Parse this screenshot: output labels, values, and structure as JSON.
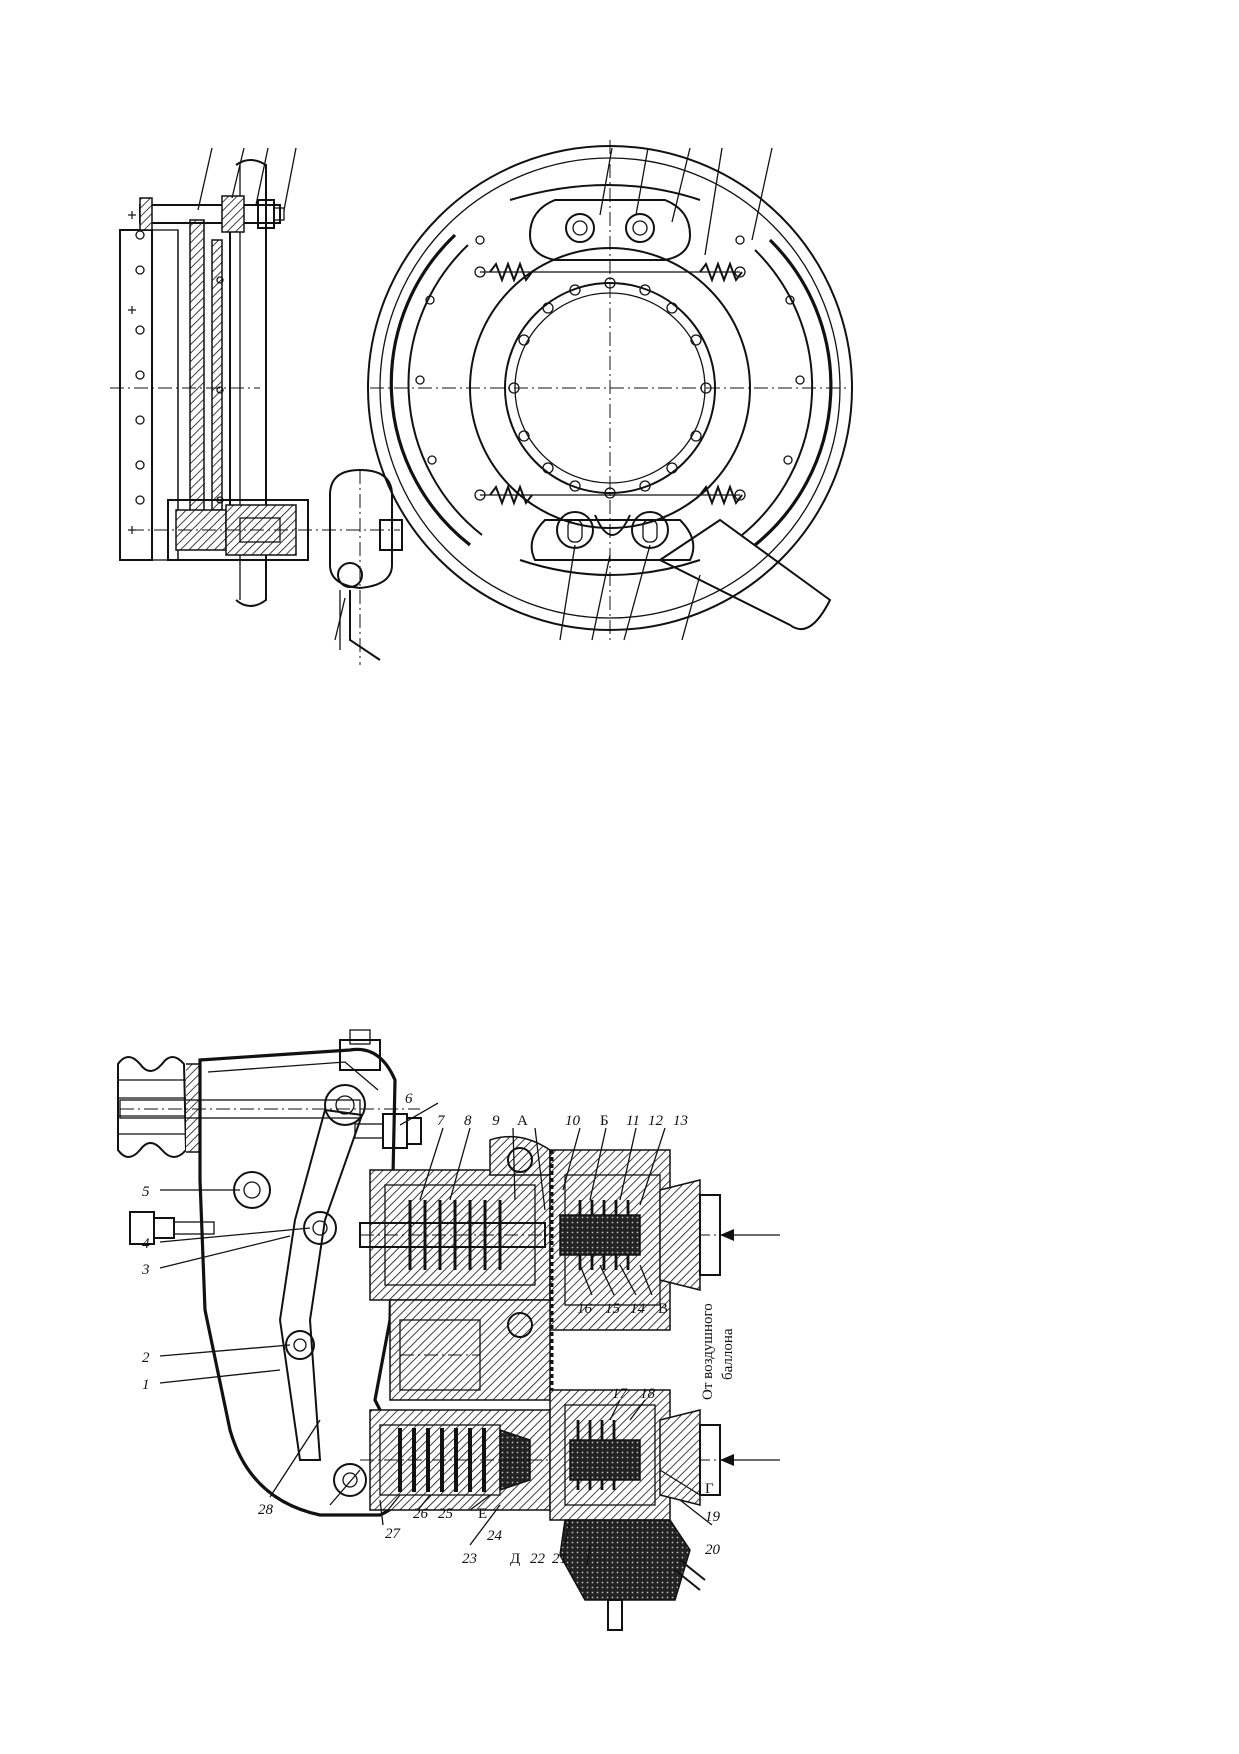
{
  "figure_bottom": {
    "labels": {
      "n1": "1",
      "n2": "2",
      "n3": "3",
      "n4": "4",
      "n5": "5",
      "n6": "6",
      "n7": "7",
      "n8": "8",
      "n9": "9",
      "n10": "10",
      "n11": "11",
      "n12": "12",
      "n13": "13",
      "n14": "14",
      "n15": "15",
      "n16": "16",
      "n17": "17",
      "n18": "18",
      "n19": "19",
      "n20": "20",
      "n21": "21",
      "n22": "22",
      "n23": "23",
      "n24": "24",
      "n25": "25",
      "n26": "26",
      "n27": "27",
      "n28": "28",
      "A": "А",
      "B": "Б",
      "V": "В",
      "G": "Г",
      "D": "Д",
      "E": "Е"
    },
    "side_caption_line1": "От воздушного",
    "side_caption_line2": "баллона"
  }
}
